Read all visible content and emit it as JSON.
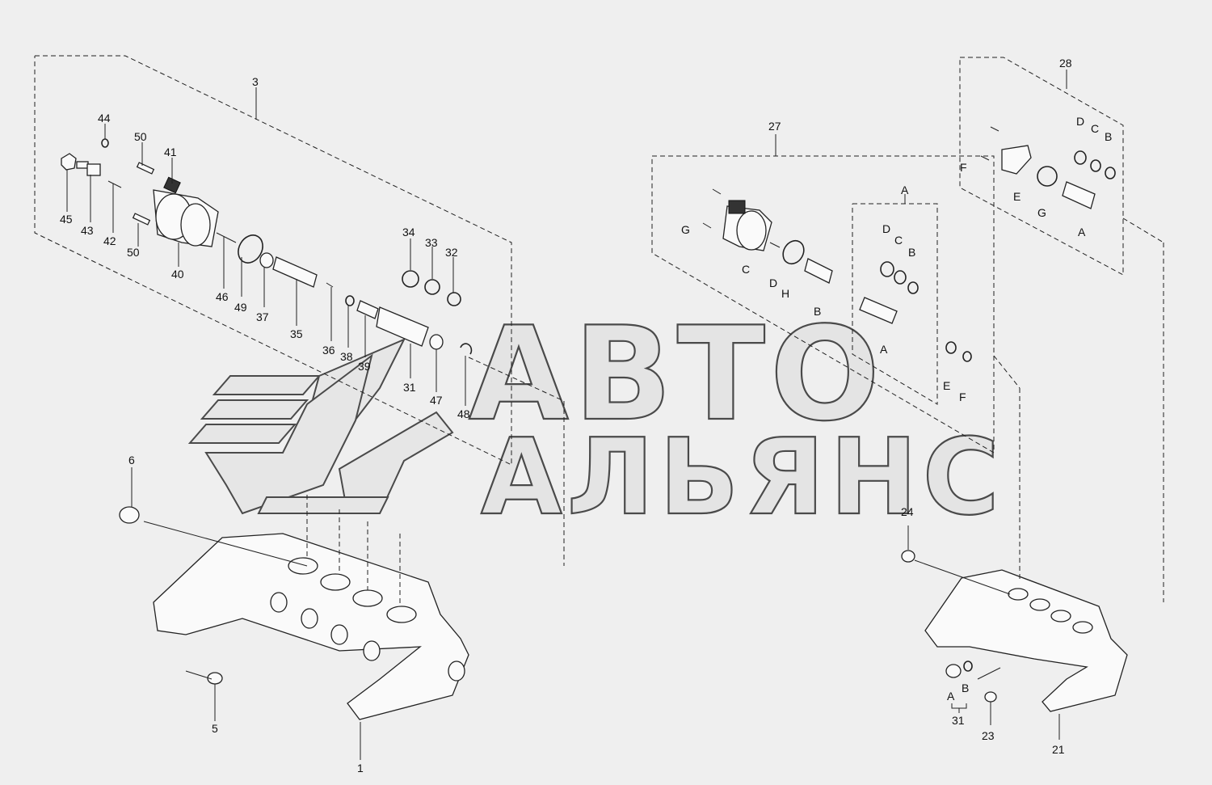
{
  "watermark": {
    "line1": "АВТО",
    "line2": "АЛЬЯНС"
  },
  "callouts": {
    "n1": "1",
    "n3": "3",
    "n5": "5",
    "n6": "6",
    "n21": "21",
    "n23": "23",
    "n24": "24",
    "n27": "27",
    "n28": "28",
    "n31": "31",
    "n31b": "31",
    "n32": "32",
    "n33": "33",
    "n34": "34",
    "n35": "35",
    "n36": "36",
    "n37": "37",
    "n38": "38",
    "n39": "39",
    "n40": "40",
    "n41": "41",
    "n42": "42",
    "n43": "43",
    "n44": "44",
    "n45": "45",
    "n46": "46",
    "n47": "47",
    "n48": "48",
    "n49": "49",
    "n50a": "50",
    "n50b": "50",
    "a27A": "A",
    "a27B": "B",
    "a27C": "C",
    "a27D": "D",
    "a27E": "E",
    "a27F": "F",
    "a27G": "G",
    "a27H": "H",
    "a27C2": "C",
    "a27D2": "D",
    "a27B2": "B",
    "a27A2": "A",
    "a28A": "A",
    "a28B": "B",
    "a28C": "C",
    "a28D": "D",
    "a28E": "E",
    "a28F": "F",
    "a28G": "G",
    "a31A": "A",
    "a31B": "B"
  }
}
